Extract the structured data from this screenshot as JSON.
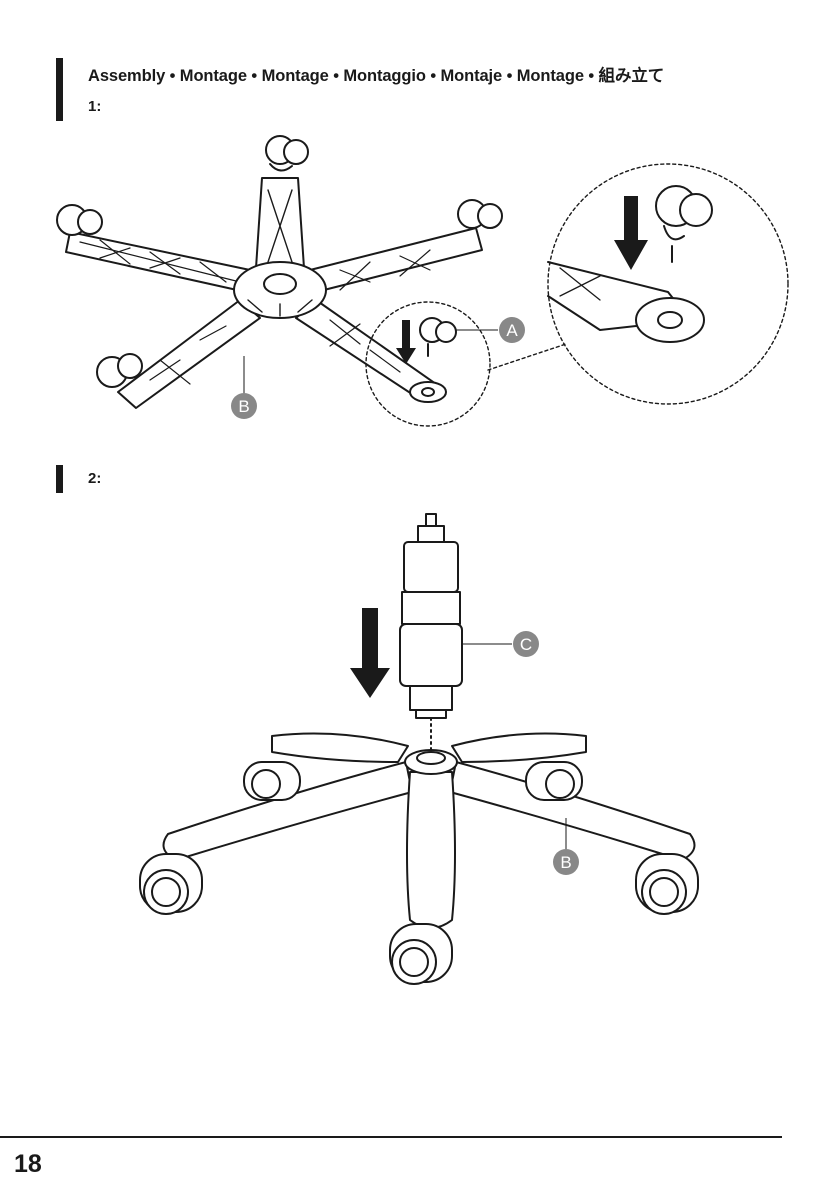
{
  "header": {
    "title": "Assembly • Montage • Montage • Montaggio • Montaje • Montage • 組み立て"
  },
  "steps": [
    {
      "label": "1:"
    },
    {
      "label": "2:"
    }
  ],
  "callouts": {
    "caster": "A",
    "base": "B",
    "gas_cylinder": "C"
  },
  "footer": {
    "page_number": "18"
  }
}
